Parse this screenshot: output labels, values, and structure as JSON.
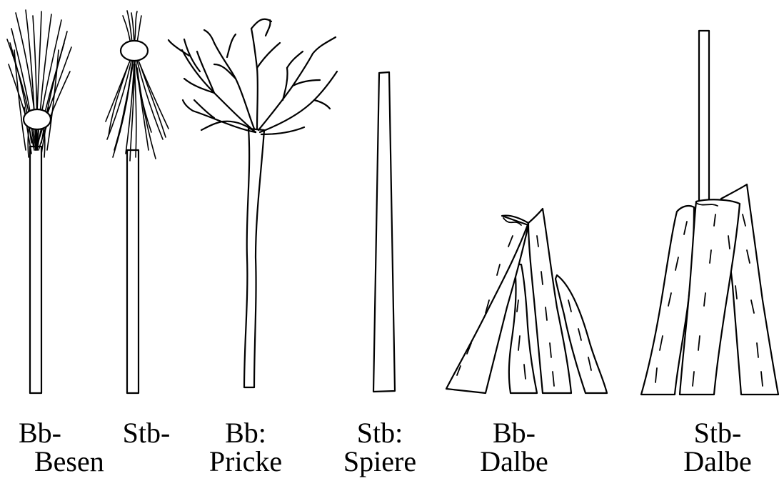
{
  "labels": {
    "bb_besen": {
      "line1": "Bb-",
      "line2": "Besen"
    },
    "stb_besen": {
      "line1": "Stb-"
    },
    "bb_pricke": {
      "line1": "Bb:",
      "line2": "Pricke"
    },
    "stb_spiere": {
      "line1": "Stb:",
      "line2": "Spiere"
    },
    "bb_dalbe": {
      "line1": "Bb-",
      "line2": "Dalbe"
    },
    "stb_dalbe": {
      "line1": "Stb-",
      "line2": "Dalbe"
    }
  }
}
